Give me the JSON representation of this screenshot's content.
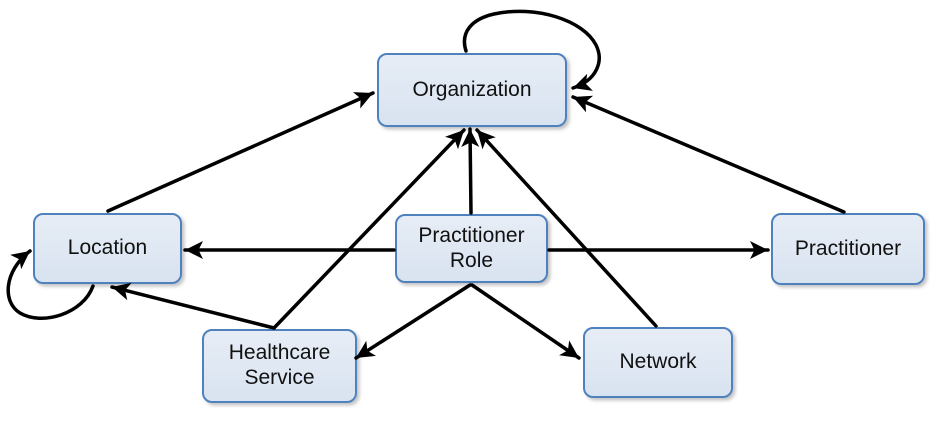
{
  "diagram": {
    "background": "#ffffff",
    "node_fill_top": "#e7edf6",
    "node_fill_bottom": "#d8e3f0",
    "node_border": "#4f81bd",
    "arrow_color": "#000000",
    "text_color": "#111111"
  },
  "nodes": {
    "organization": {
      "label": "Organization"
    },
    "location": {
      "label": "Location"
    },
    "practitioner_role": {
      "label": "Practitioner Role"
    },
    "practitioner": {
      "label": "Practitioner"
    },
    "healthcare_service": {
      "label": "Healthcare Service"
    },
    "network": {
      "label": "Network"
    }
  },
  "edges": [
    {
      "from": "organization",
      "to": "organization"
    },
    {
      "from": "location",
      "to": "location"
    },
    {
      "from": "location",
      "to": "organization"
    },
    {
      "from": "practitioner",
      "to": "organization"
    },
    {
      "from": "practitioner_role",
      "to": "organization"
    },
    {
      "from": "practitioner_role",
      "to": "location"
    },
    {
      "from": "practitioner_role",
      "to": "practitioner"
    },
    {
      "from": "practitioner_role",
      "to": "healthcare_service"
    },
    {
      "from": "practitioner_role",
      "to": "network"
    },
    {
      "from": "healthcare_service",
      "to": "organization"
    },
    {
      "from": "healthcare_service",
      "to": "location"
    },
    {
      "from": "network",
      "to": "organization"
    }
  ]
}
